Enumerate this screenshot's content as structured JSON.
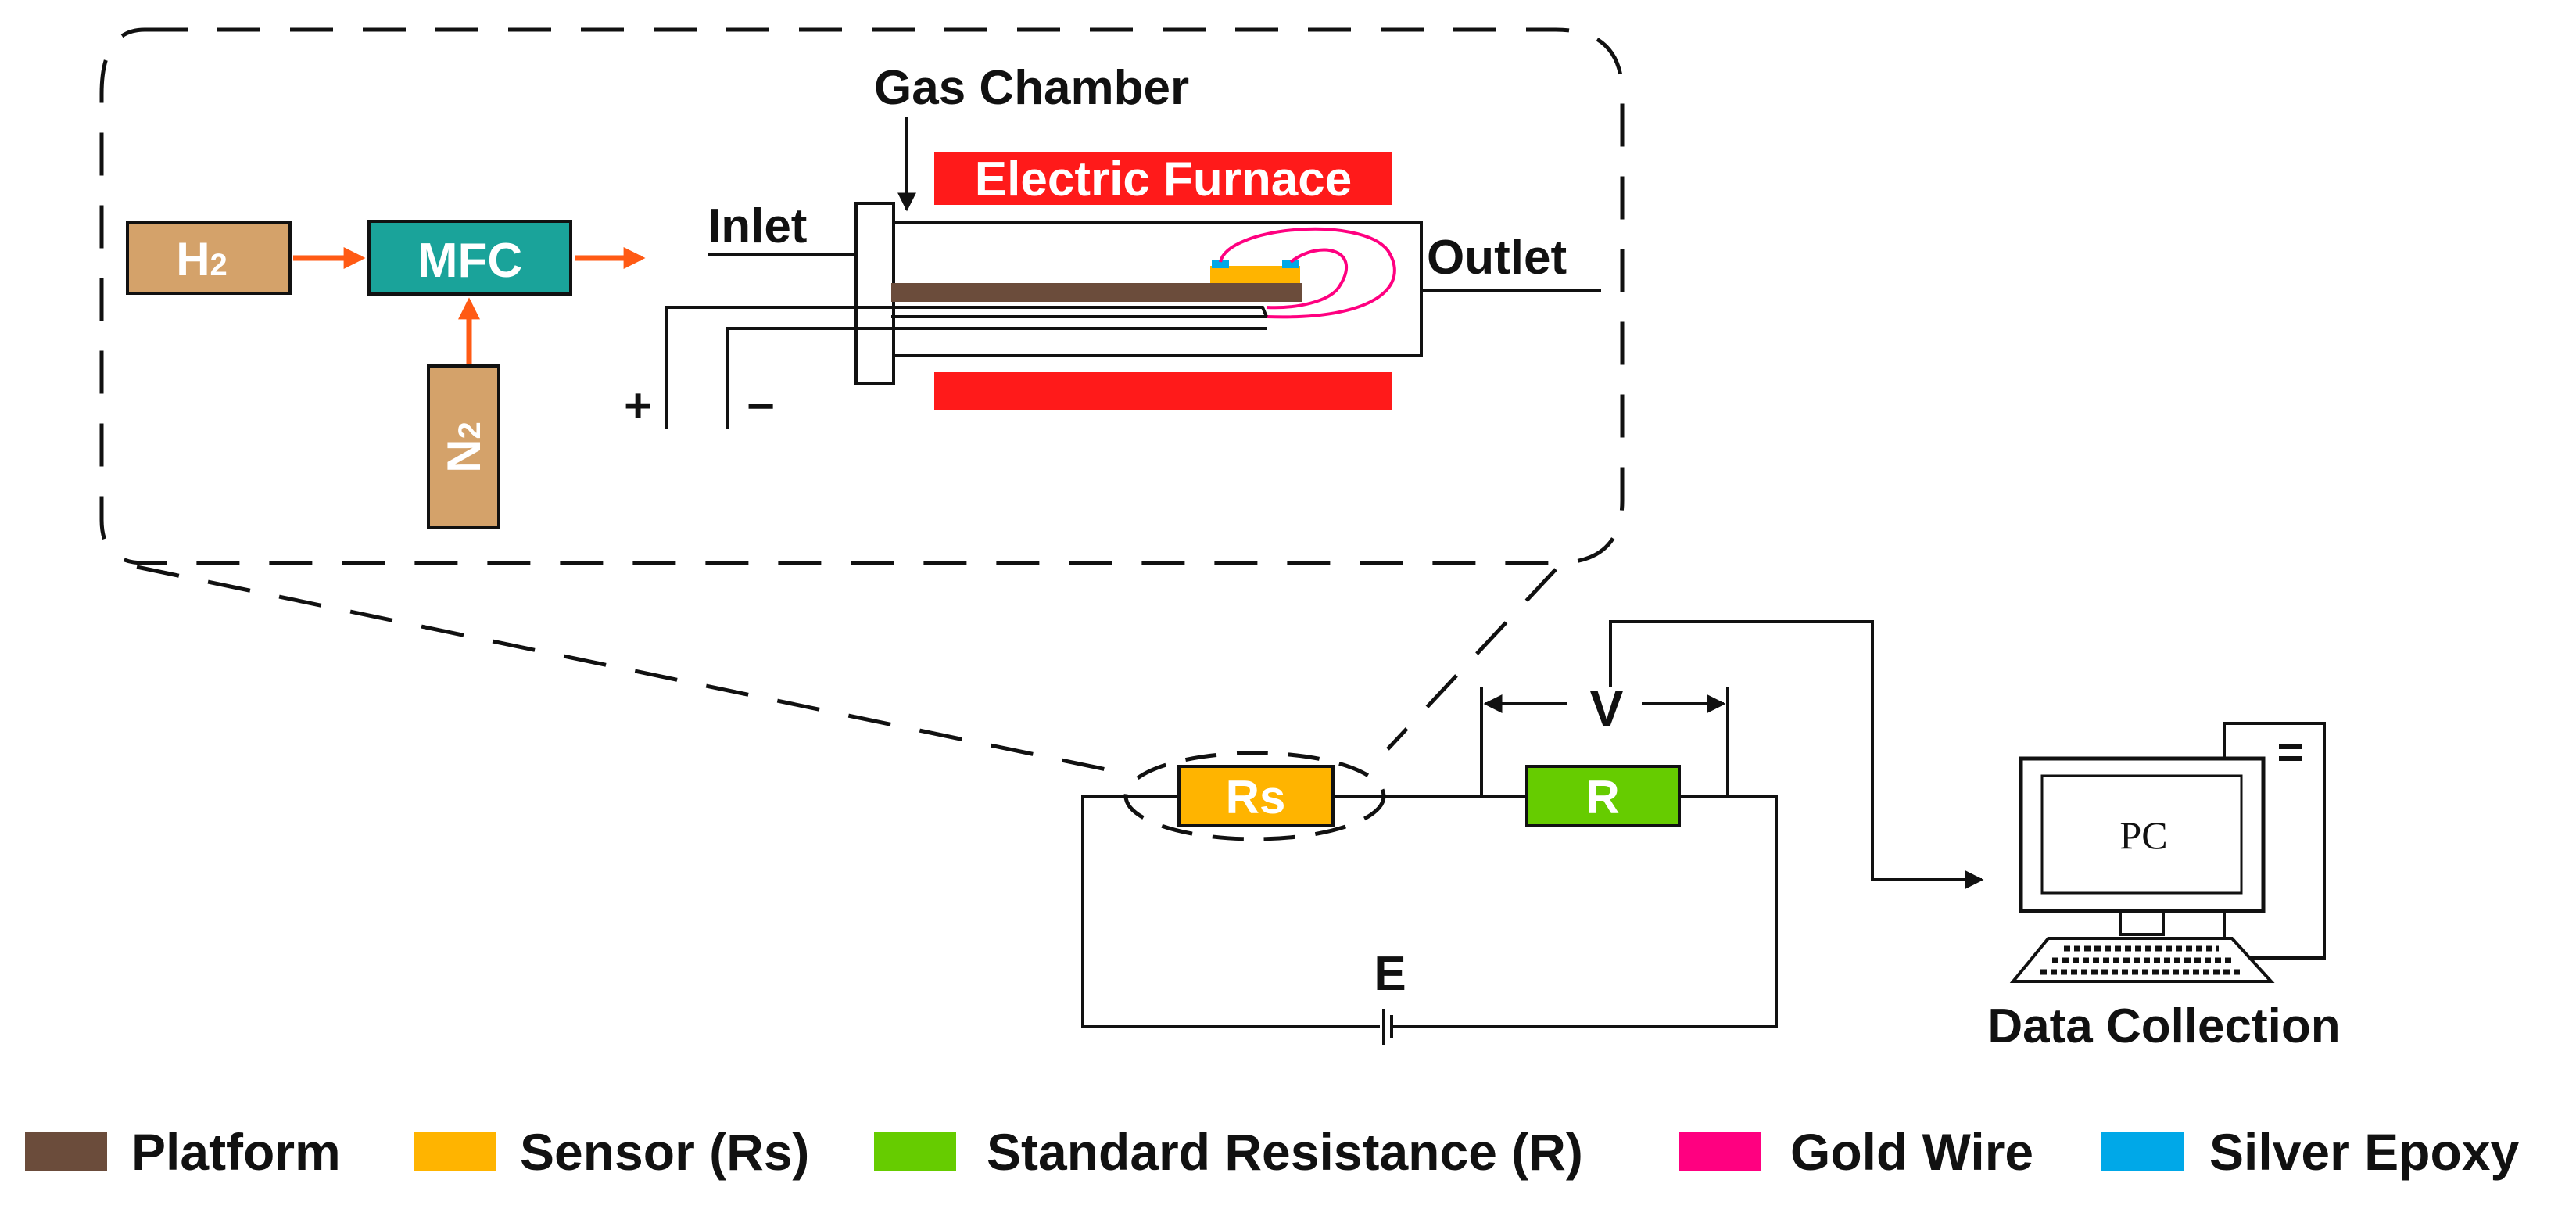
{
  "boxes": {
    "h2": "H",
    "h2_sub": "2",
    "mfc": "MFC",
    "n2": "N",
    "n2_sub": "2",
    "rs": "Rs",
    "r": "R"
  },
  "labels": {
    "gas_chamber": "Gas Chamber",
    "electric_furnace": "Electric Furnace",
    "inlet": "Inlet",
    "outlet": "Outlet",
    "plus": "+",
    "minus": "−",
    "voltage": "V",
    "emf": "E",
    "pc_screen": "PC",
    "data_collection": "Data Collection"
  },
  "legend": [
    {
      "label": "Platform",
      "color": "#6b4c3b"
    },
    {
      "label": "Sensor (Rs)",
      "color": "#ffb400"
    },
    {
      "label": "Standard Resistance (R)",
      "color": "#66cc00"
    },
    {
      "label": "Gold Wire",
      "color": "#ff0080"
    },
    {
      "label": "Silver Epoxy",
      "color": "#00a8e8"
    }
  ],
  "colors": {
    "tan_box": "#d4a26a",
    "mfc_box": "#1aa39a",
    "furnace": "#ff1a1a",
    "flow_arrow": "#ff5a14",
    "gold_wire": "#ff0080",
    "sensor": "#ffb400",
    "platform": "#6b4c3b",
    "silver_epoxy": "#00a8e8",
    "std_resistor": "#66cc00"
  }
}
